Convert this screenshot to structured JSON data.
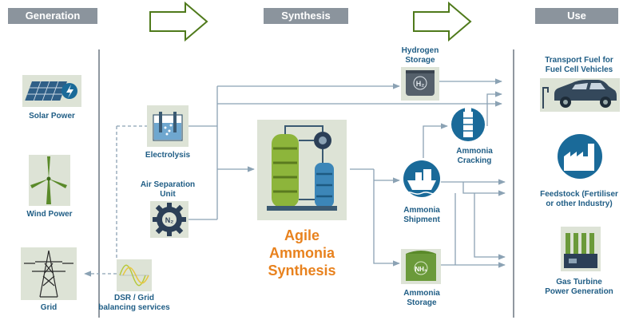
{
  "headers": {
    "generation": "Generation",
    "synthesis": "Synthesis",
    "use": "Use"
  },
  "generation": {
    "solar": "Solar Power",
    "wind": "Wind Power",
    "grid": "Grid"
  },
  "synthesis": {
    "electrolysis": "Electrolysis",
    "air_separation": [
      "Air Separation",
      "Unit"
    ],
    "dsr": [
      "DSR / Grid",
      "balancing services"
    ],
    "agile": [
      "Agile",
      "Ammonia",
      "Synthesis"
    ],
    "hydrogen_storage": [
      "Hydrogen",
      "Storage"
    ],
    "ammonia_cracking": [
      "Ammonia",
      "Cracking"
    ],
    "ammonia_shipment": [
      "Ammonia",
      "Shipment"
    ],
    "ammonia_storage": [
      "Ammonia",
      "Storage"
    ],
    "h2_symbol": "H₂",
    "n2_symbol": "N₂",
    "nh3_symbol": "NH₃"
  },
  "use": {
    "transport": [
      "Transport Fuel for",
      "Fuel Cell Vehicles"
    ],
    "feedstock": [
      "Feedstock (Fertiliser",
      "or other Industry)"
    ],
    "gas_turbine": [
      "Gas Turbine",
      "Power Generation"
    ]
  },
  "colors": {
    "header_bg": "#8b949d",
    "label_blue": "#1f5d85",
    "icon_blue": "#1a6a99",
    "agile_orange": "#e8821e",
    "arrow_green": "#4f7a1b",
    "flow_line": "#8ba2b4",
    "icon_bg": "#dde3d6"
  }
}
